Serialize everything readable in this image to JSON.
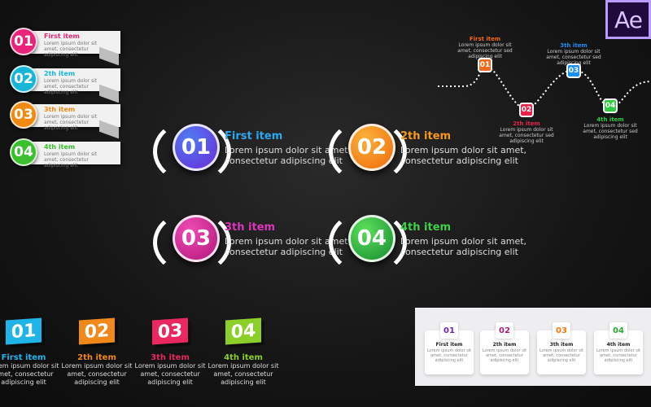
{
  "logo": {
    "text": "Ae"
  },
  "ribbon": {
    "items": [
      {
        "num": "01",
        "title": "First item",
        "color": "#e8247a"
      },
      {
        "num": "02",
        "title": "2th item",
        "color": "#17b6d6"
      },
      {
        "num": "03",
        "title": "3th item",
        "color": "#f08a12"
      },
      {
        "num": "04",
        "title": "4th item",
        "color": "#3cbf2e"
      }
    ],
    "desc": "Lorem ipsum dolor sit amet, consectetur adipiscing elit"
  },
  "center": {
    "items": [
      {
        "num": "01",
        "title": "First item",
        "color": "#2aa8f0",
        "disc": "#5a2fd8"
      },
      {
        "num": "02",
        "title": "2th item",
        "color": "#f59a1c",
        "disc": "#f07a10"
      },
      {
        "num": "03",
        "title": "3th item",
        "color": "#d936b8",
        "disc": "#c4238f"
      },
      {
        "num": "04",
        "title": "4th item",
        "color": "#3fcf4a",
        "disc": "#1e9e36"
      }
    ],
    "desc_line1": "Lorem ipsum dolor sit amet,",
    "desc_line2": "consectetur adipiscing elit"
  },
  "wave": {
    "items": [
      {
        "num": "01",
        "title": "First item",
        "color": "#f26a1b"
      },
      {
        "num": "02",
        "title": "2th item",
        "color": "#e3254e"
      },
      {
        "num": "03",
        "title": "3th item",
        "color": "#1a8ff2"
      },
      {
        "num": "04",
        "title": "4th item",
        "color": "#2ecc40"
      }
    ],
    "desc_line1": "Lorem ipsum dolor sit",
    "desc_line2": "amet, consectetur sed",
    "desc_line3": "adipiscing elit"
  },
  "blocks": {
    "items": [
      {
        "num": "01",
        "title": "First item",
        "color": "#1eb4e8"
      },
      {
        "num": "02",
        "title": "2th item",
        "color": "#f0881a"
      },
      {
        "num": "03",
        "title": "3th item",
        "color": "#e8285e"
      },
      {
        "num": "04",
        "title": "4th item",
        "color": "#8ccf2a"
      }
    ],
    "desc_line1": "Lorem ipsum dolor sit",
    "desc_line2": "amet, consectetur",
    "desc_line3": "adipiscing elit"
  },
  "panel": {
    "items": [
      {
        "num": "01",
        "title": "First item",
        "color": "#6a2aa8"
      },
      {
        "num": "02",
        "title": "2th item",
        "color": "#a8227a"
      },
      {
        "num": "03",
        "title": "3th item",
        "color": "#f07a10"
      },
      {
        "num": "04",
        "title": "4th item",
        "color": "#2aa83a"
      }
    ],
    "desc_line1": "Lorem ipsum dolor sit",
    "desc_line2": "amet, consectetur",
    "desc_line3": "adipiscing elit"
  }
}
